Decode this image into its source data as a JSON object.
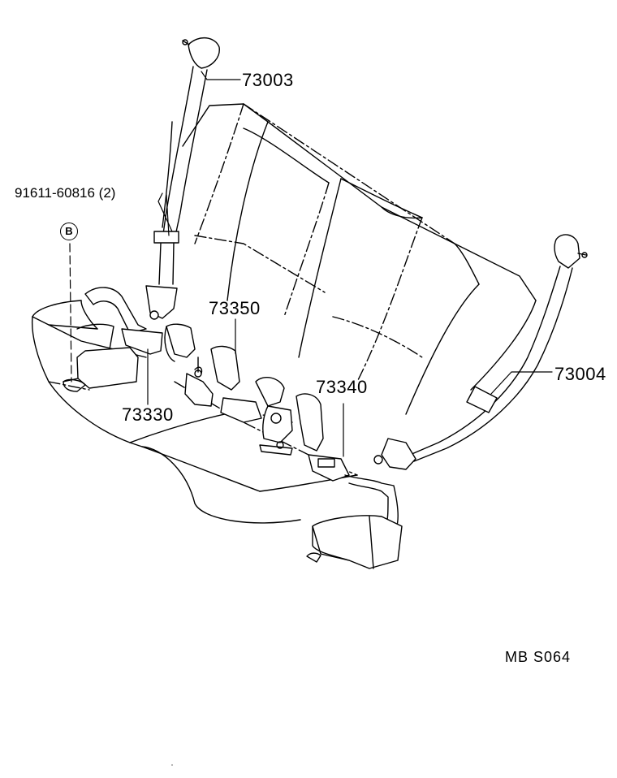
{
  "labels": {
    "retractor_upper_left": "73003",
    "bolt_callout": "91611-60816 (2)",
    "bolt_symbol": "B",
    "buckle_center": "73350",
    "buckle_left": "73330",
    "buckle_right": "73340",
    "retractor_upper_right": "73004",
    "diagram_code": "MB  S064"
  }
}
